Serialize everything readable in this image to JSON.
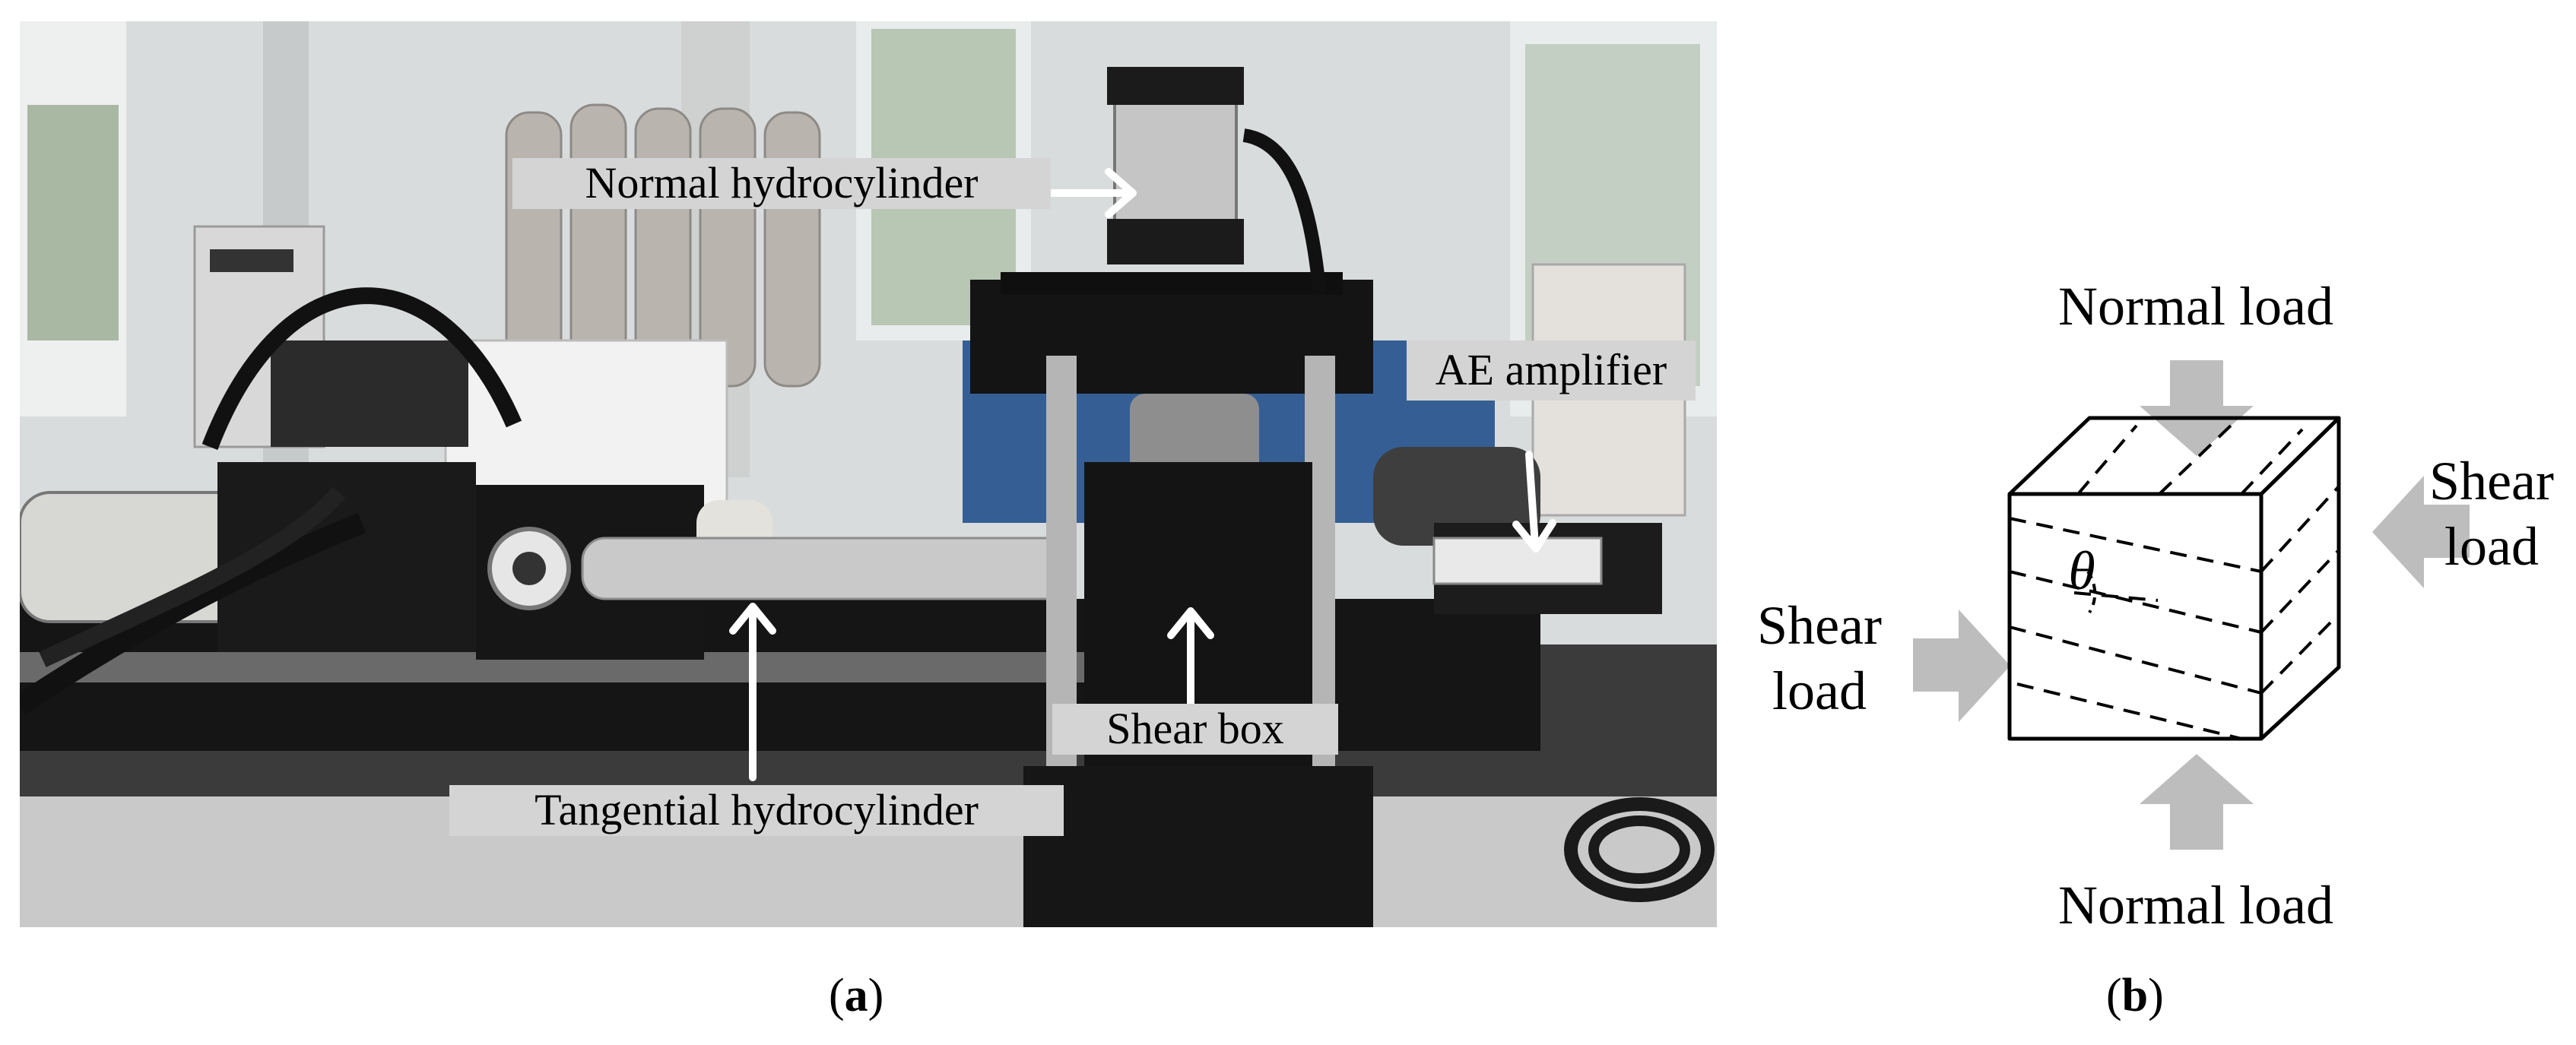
{
  "panel_a": {
    "labels": {
      "normal_hydrocylinder": "Normal hydrocylinder",
      "ae_amplifier": "AE amplifier",
      "shear_box": "Shear box",
      "tangential_hydrocylinder": "Tangential hydrocylinder"
    },
    "caption": "a"
  },
  "panel_b": {
    "normal_load_top": "Normal load",
    "normal_load_bottom": "Normal load",
    "shear_load_left": "Shear load",
    "shear_load_right": "Shear load",
    "angle_symbol": "θ",
    "caption": "b"
  },
  "colors": {
    "label_background": "#d4d4d4",
    "arrow_gray": "#bdbdbd",
    "machine_black": "#111111",
    "steel": "#c8c8c8"
  }
}
